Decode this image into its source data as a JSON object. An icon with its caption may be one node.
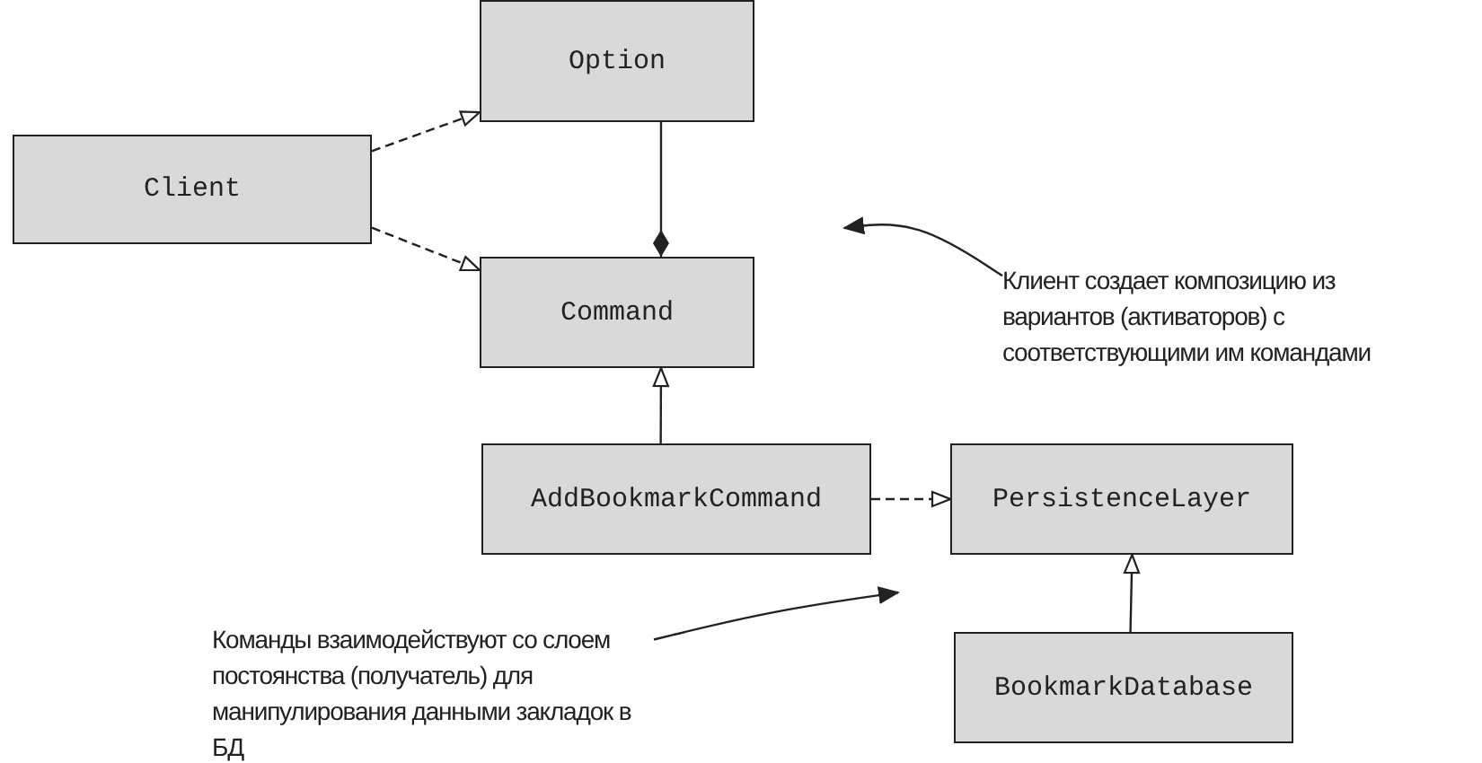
{
  "diagram": {
    "nodes": [
      {
        "text": [
          "Option"
        ]
      },
      {
        "text": [
          "Client"
        ]
      },
      {
        "text": [
          "Command"
        ]
      },
      {
        "text": [
          "AddBookmarkCommand"
        ]
      },
      {
        "text": [
          "PersistenceLayer"
        ]
      },
      {
        "text": [
          "BookmarkDatabase"
        ]
      },
      {
        "text": [
          "Клиент создает композицию из вариантов (активаторов) с соответствующими им командами"
        ]
      },
      {
        "text": [
          "Команды взаимодействуют со слоем постоянства (получатель) для манипулирования данными закладок в БД"
        ]
      }
    ],
    "edges": [
      {
        "from": 1,
        "to": 0,
        "arrow": "to",
        "style": "dashed"
      },
      {
        "from": 1,
        "to": 2,
        "arrow": "to",
        "style": "dashed"
      },
      {
        "from": 0,
        "to": 2,
        "arrow": "other"
      },
      {
        "from": 3,
        "to": 2,
        "arrow": "to"
      },
      {
        "from": 3,
        "to": 4,
        "arrow": "to",
        "style": "dashed"
      },
      {
        "from": 5,
        "to": 4,
        "arrow": "to"
      },
      {
        "from": 6,
        "to": null,
        "arrow": "to"
      },
      {
        "from": 7,
        "to": null,
        "arrow": "to"
      }
    ]
  }
}
